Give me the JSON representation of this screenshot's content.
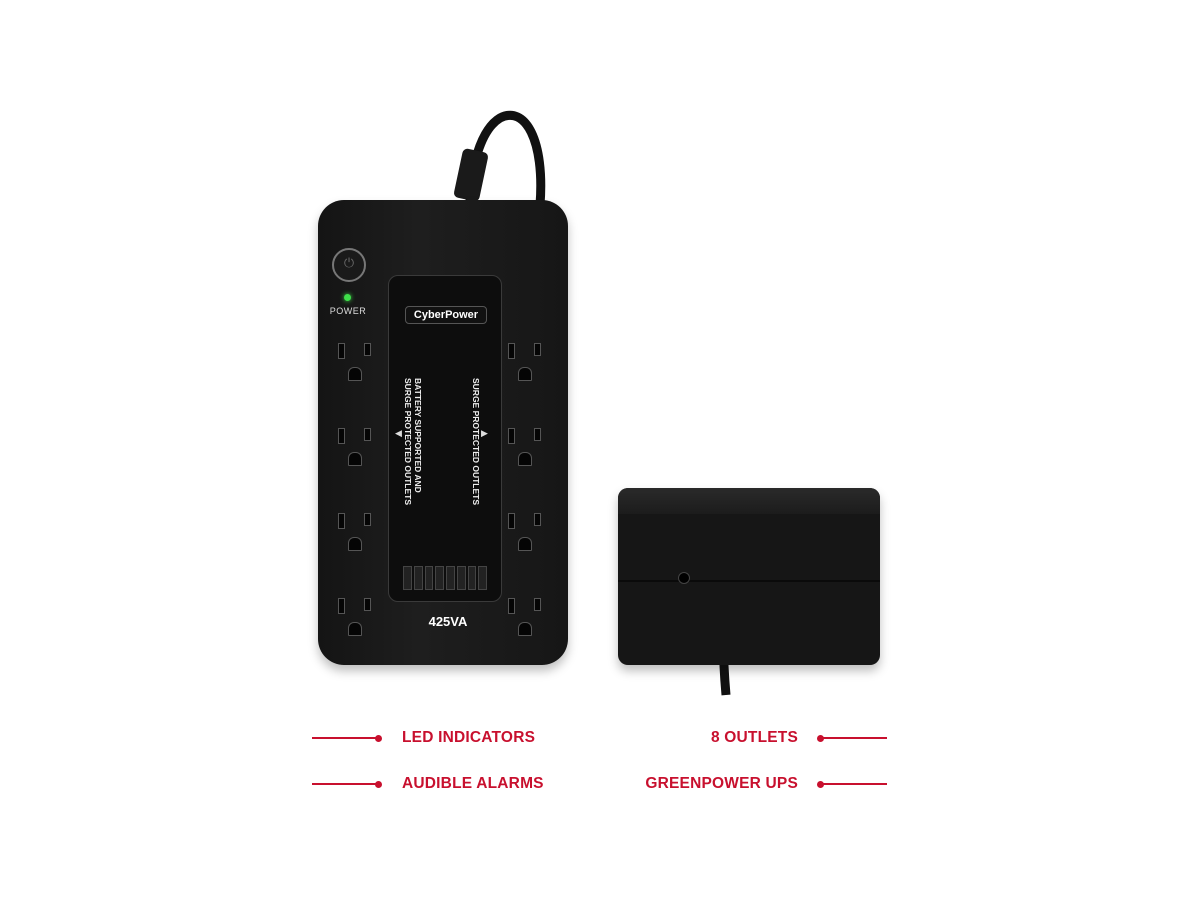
{
  "product": {
    "power_label": "POWER",
    "brand": "CyberPower",
    "left_outlets_label": "BATTERY SUPPORTED AND SURGE PROTECTED OUTLETS",
    "left_outlets_label_line1": "BATTERY SUPPORTED AND",
    "left_outlets_label_line2": "SURGE PROTECTED OUTLETS",
    "right_outlets_label": "SURGE PROTECTED OUTLETS",
    "model": "425VA",
    "led_color": "#3ee04a"
  },
  "callouts": {
    "left": [
      "LED INDICATORS",
      "AUDIBLE ALARMS"
    ],
    "right": [
      "8 OUTLETS",
      "GREENPOWER UPS"
    ],
    "accent_color": "#c8102e"
  }
}
